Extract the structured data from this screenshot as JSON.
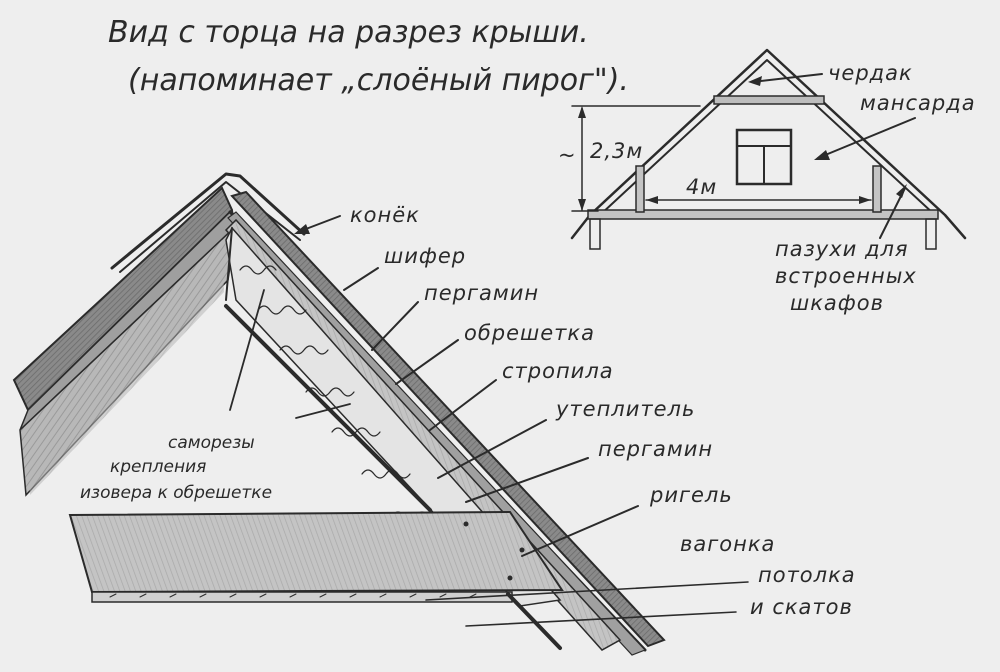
{
  "title": {
    "line1": "Вид с торца на разрез крыши.",
    "line2": "(напоминает „слоёный пирог\")."
  },
  "inset": {
    "height_label": "2,3м",
    "height_prefix": "~",
    "width_label": "4м",
    "attic_label": "чердак",
    "mansard_label": "мансарда",
    "closets_label": [
      "пазухи для",
      "встроенных",
      "шкафов"
    ]
  },
  "layers": {
    "ridge": "конёк",
    "slate": "шифер",
    "pergamin_top": "пергамин",
    "lathing": "обрешетка",
    "rafters": "стропила",
    "insulation": "утеплитель",
    "pergamin_bottom": "пергамин",
    "crossbar": "ригель",
    "lining": "вагонка",
    "lining_ceiling": "потолка",
    "lining_slopes": "и скатов",
    "screws": [
      "саморезы",
      "крепления",
      "изовера к обрешетке"
    ]
  },
  "colors": {
    "paper": "#eeeeee",
    "pencil": "#2b2b2b",
    "wood": "#a9a9a9",
    "slate": "#7d7d7d"
  }
}
